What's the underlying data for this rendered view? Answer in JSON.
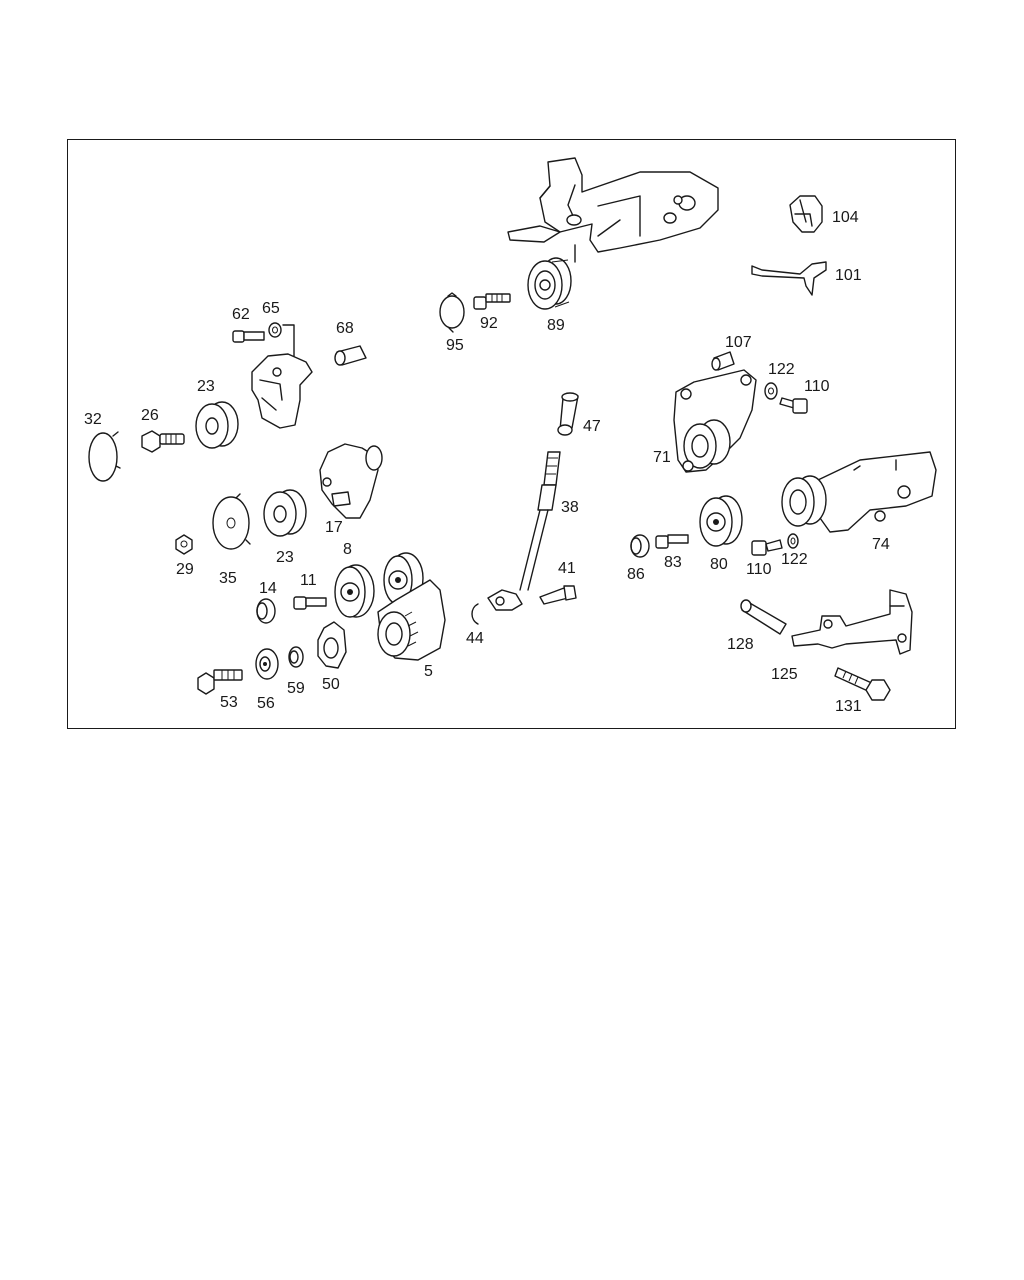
{
  "diagram": {
    "labels": {
      "p104": "104",
      "p101": "101",
      "p89": "89",
      "p92": "92",
      "p95": "95",
      "p62": "62",
      "p65": "65",
      "p68": "68",
      "p23a": "23",
      "p26": "26",
      "p32": "32",
      "p17": "17",
      "p8": "8",
      "p23b": "23",
      "p29": "29",
      "p35": "35",
      "p14": "14",
      "p11": "11",
      "p5": "5",
      "p53": "53",
      "p56": "56",
      "p59": "59",
      "p50": "50",
      "p47": "47",
      "p38": "38",
      "p41": "41",
      "p44": "44",
      "p107": "107",
      "p122a": "122",
      "p110a": "110",
      "p71": "71",
      "p74": "74",
      "p86": "86",
      "p83": "83",
      "p80": "80",
      "p110b": "110",
      "p122b": "122",
      "p128": "128",
      "p125": "125",
      "p131": "131"
    }
  }
}
